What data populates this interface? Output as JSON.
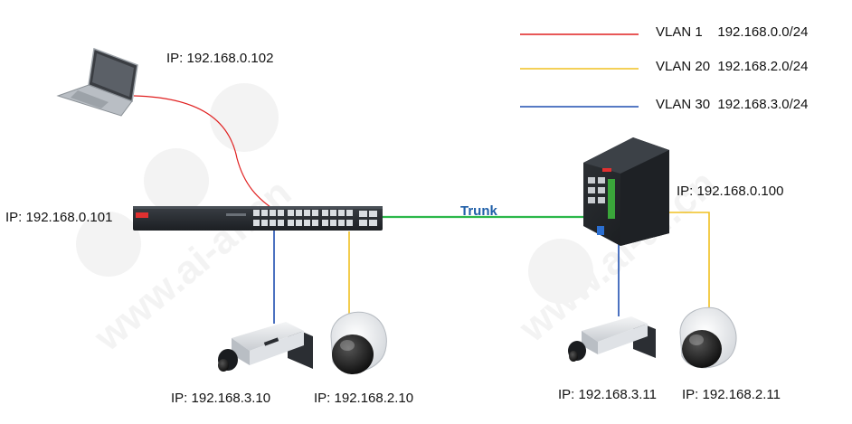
{
  "legend": [
    {
      "vlan": "VLAN 1",
      "subnet": "192.168.0.0/24",
      "color": "#e02020"
    },
    {
      "vlan": "VLAN 20",
      "subnet": "192.168.2.0/24",
      "color": "#f0c020"
    },
    {
      "vlan": "VLAN 30",
      "subnet": "192.168.3.0/24",
      "color": "#1f4fb0"
    }
  ],
  "links": {
    "trunk_label": "Trunk",
    "trunk_color": "#2cb84a"
  },
  "devices": {
    "laptop_ip": "IP: 192.168.0.102",
    "switch_left_ip": "IP: 192.168.0.101",
    "switch_right_ip": "IP: 192.168.0.100",
    "camera_left_bullet_ip": "IP: 192.168.3.10",
    "camera_left_dome_ip": "IP: 192.168.2.10",
    "camera_right_bullet_ip": "IP: 192.168.3.11",
    "camera_right_dome_ip": "IP: 192.168.2.11"
  },
  "watermark": "ai-af.cn"
}
